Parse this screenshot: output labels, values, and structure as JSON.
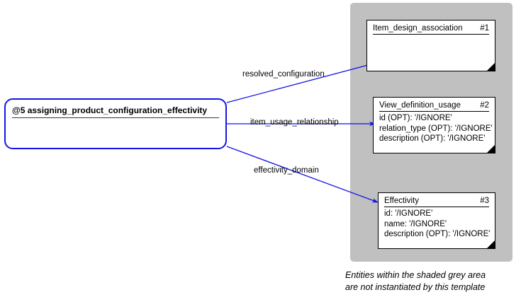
{
  "diagram": {
    "title_box": {
      "label": "@5 assigning_product_configuration_effectivity"
    },
    "grey_panel": {
      "fill": "#c0c0c0"
    },
    "entities": [
      {
        "name": "Item_design_association",
        "number": "#1",
        "attributes": []
      },
      {
        "name": "View_definition_usage",
        "number": "#2",
        "attributes": [
          "id (OPT): '/IGNORE'",
          "relation_type (OPT): '/IGNORE'",
          "description (OPT): '/IGNORE'"
        ]
      },
      {
        "name": "Effectivity",
        "number": "#3",
        "attributes": [
          "id: '/IGNORE'",
          "name: '/IGNORE'",
          "description (OPT): '/IGNORE'"
        ]
      }
    ],
    "edges": [
      {
        "label": "resolved_configuration"
      },
      {
        "label": "item_usage_relationship"
      },
      {
        "label": "effectivity_domain"
      }
    ],
    "caption": {
      "line1": "Entities within the shaded grey area",
      "line2": "are not instantiated by this template"
    },
    "colors": {
      "edge": "#1414e6",
      "template_border": "#1414e6",
      "panel": "#c0c0c0",
      "box_border": "#000000"
    }
  }
}
